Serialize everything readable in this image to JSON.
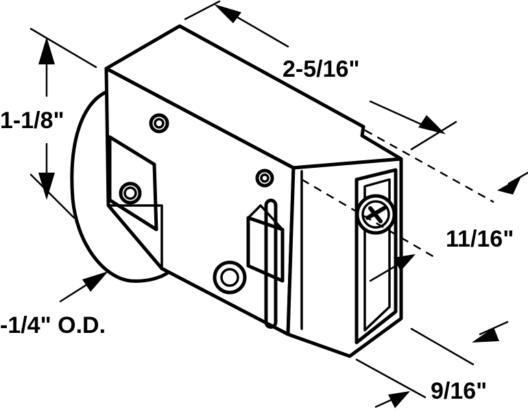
{
  "dimensions": {
    "length": "2-5/16\"",
    "height": "1-1/8\"",
    "wheel_diameter": "-1/4\" O.D.",
    "width": "11/16\"",
    "depth": "9/16\""
  },
  "colors": {
    "line": "#000000",
    "background": "#ffffff"
  }
}
